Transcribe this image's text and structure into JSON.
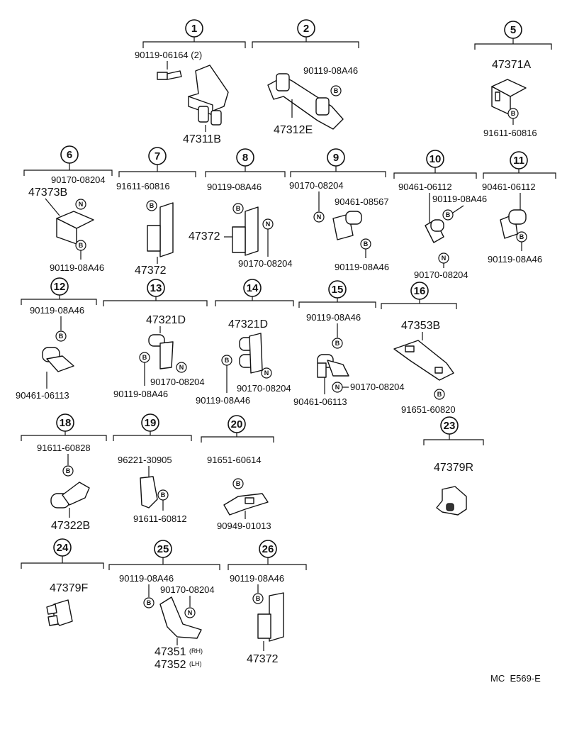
{
  "diagram_code": "MC  E569-E",
  "markers": {
    "bolt": "B",
    "nut": "N"
  },
  "groups": [
    {
      "id": "1",
      "callout": "1",
      "labels": [
        "90119-06164 (2)",
        "47311B"
      ]
    },
    {
      "id": "2",
      "callout": "2",
      "labels": [
        "90119-08A46",
        "47312E"
      ]
    },
    {
      "id": "5",
      "callout": "5",
      "labels": [
        "47371A",
        "91611-60816"
      ]
    },
    {
      "id": "6",
      "callout": "6",
      "labels": [
        "90170-08204",
        "47373B",
        "90119-08A46"
      ]
    },
    {
      "id": "7",
      "callout": "7",
      "labels": [
        "91611-60816",
        "47372"
      ]
    },
    {
      "id": "8",
      "callout": "8",
      "labels": [
        "90119-08A46",
        "47372",
        "90170-08204"
      ]
    },
    {
      "id": "9",
      "callout": "9",
      "labels": [
        "90170-08204",
        "90461-08567",
        "90119-08A46"
      ]
    },
    {
      "id": "10",
      "callout": "10",
      "labels": [
        "90461-06112",
        "90119-08A46",
        "90170-08204"
      ]
    },
    {
      "id": "11",
      "callout": "11",
      "labels": [
        "90461-06112",
        "90119-08A46"
      ]
    },
    {
      "id": "12",
      "callout": "12",
      "labels": [
        "90119-08A46",
        "90461-06113"
      ]
    },
    {
      "id": "13",
      "callout": "13",
      "labels": [
        "47321D",
        "90170-08204",
        "90119-08A46"
      ]
    },
    {
      "id": "14",
      "callout": "14",
      "labels": [
        "47321D",
        "90170-08204",
        "90119-08A46"
      ]
    },
    {
      "id": "15",
      "callout": "15",
      "labels": [
        "90119-08A46",
        "90170-08204",
        "90461-06113"
      ]
    },
    {
      "id": "16",
      "callout": "16",
      "labels": [
        "47353B",
        "91651-60820"
      ]
    },
    {
      "id": "18",
      "callout": "18",
      "labels": [
        "91611-60828",
        "47322B"
      ]
    },
    {
      "id": "19",
      "callout": "19",
      "labels": [
        "96221-30905",
        "91611-60812"
      ]
    },
    {
      "id": "20",
      "callout": "20",
      "labels": [
        "91651-60614",
        "90949-01013"
      ]
    },
    {
      "id": "23",
      "callout": "23",
      "labels": [
        "47379R"
      ]
    },
    {
      "id": "24",
      "callout": "24",
      "labels": [
        "47379F"
      ]
    },
    {
      "id": "25",
      "callout": "25",
      "labels": [
        "90119-08A46",
        "90170-08204",
        "47351",
        "(RH)",
        "47352",
        "(LH)"
      ]
    },
    {
      "id": "26",
      "callout": "26",
      "labels": [
        "90119-08A46",
        "47372"
      ]
    }
  ]
}
